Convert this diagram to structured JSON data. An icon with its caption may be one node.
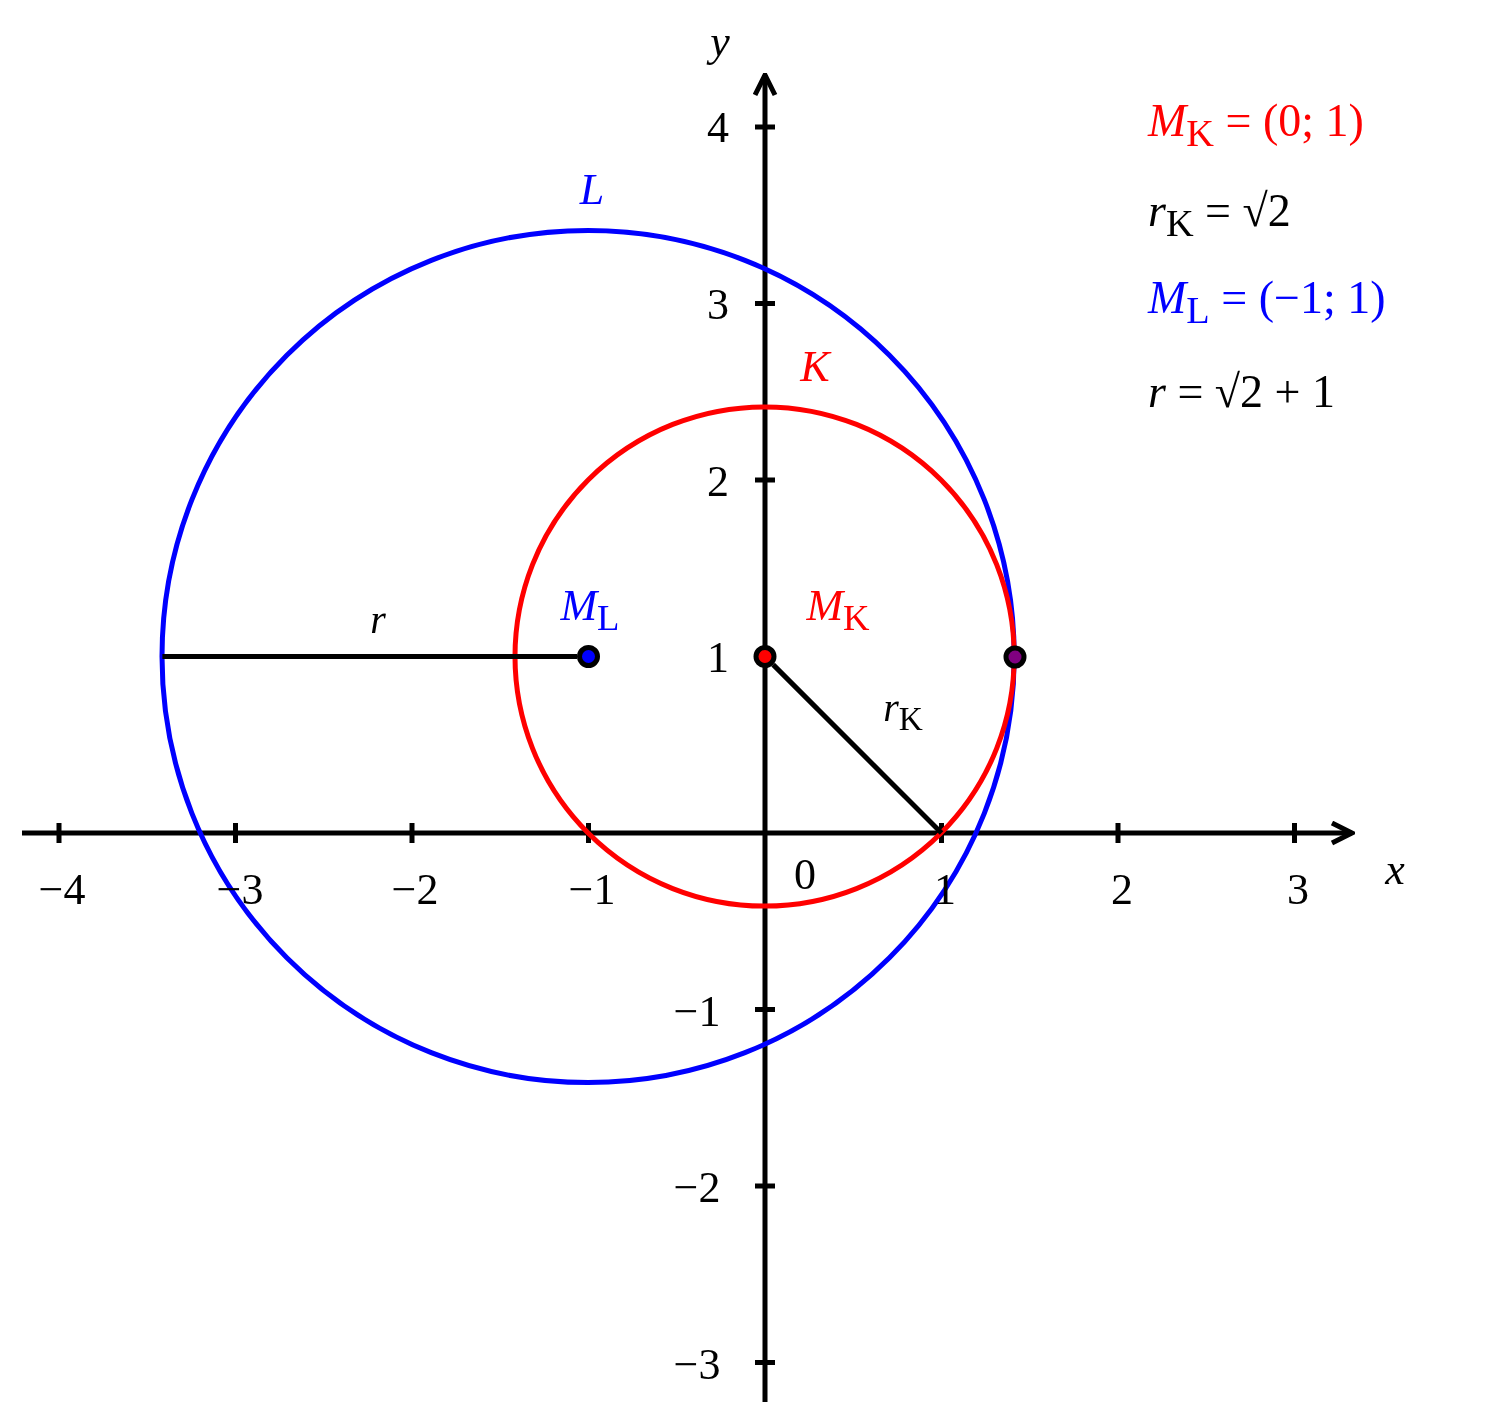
{
  "diagram": {
    "nodes": [
      {
        "text": [
          "*L*"
        ]
      },
      {
        "text": [
          "*K*"
        ],
        "in": 0
      },
      {
        "text": [
          "*M*$_{L}$"
        ],
        "in": 1
      },
      {
        "text": [
          "*M*$_{K}$"
        ],
        "in": 1
      },
      {
        "text": [],
        "shape": "circle"
      }
    ],
    "edges": [
      {
        "from": 0,
        "to": 2,
        "arrow": "none",
        "label": "*r*"
      },
      {
        "from": 3,
        "to": 1,
        "arrow": "none",
        "label": "*r*$_{K}$"
      }
    ],
    "labels": [
      "*y*",
      "4",
      "*M*$_{K}$ = (0; 1)",
      "*r*$_{K}$ = √2",
      "3",
      "*M*$_{L}$ = (−1; 1)",
      "*r* = √2 + 1",
      "2",
      "1",
      "−4",
      "−3",
      "−2",
      "−1",
      "0",
      "1",
      "2",
      "3",
      "*x*",
      "−1",
      "−2",
      "−3"
    ]
  }
}
